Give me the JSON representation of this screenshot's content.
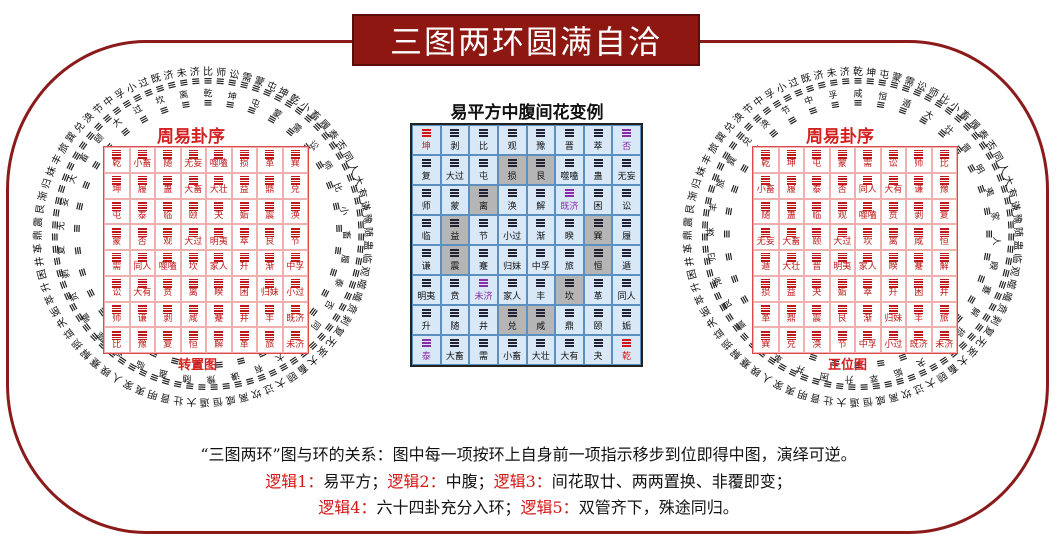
{
  "title": "三图两环圆满自洽",
  "left": {
    "head": "周易卦序",
    "foot": "转置图",
    "grid": [
      [
        "乾",
        "小畜",
        "随",
        "无妄",
        "噬嗑",
        "损",
        "革",
        "巽"
      ],
      [
        "坤",
        "履",
        "蛊",
        "大畜",
        "大壮",
        "益",
        "鼎",
        "兑"
      ],
      [
        "屯",
        "泰",
        "临",
        "颐",
        "夬",
        "姤",
        "震",
        "涣"
      ],
      [
        "蒙",
        "否",
        "观",
        "大过",
        "明夷",
        "萃",
        "艮",
        "节"
      ],
      [
        "需",
        "同人",
        "噬嗑",
        "坎",
        "家人",
        "升",
        "渐",
        "中孚"
      ],
      [
        "讼",
        "大有",
        "贲",
        "离",
        "睽",
        "困",
        "归妹",
        "小过"
      ],
      [
        "师",
        "谦",
        "剥",
        "咸",
        "蹇",
        "井",
        "丰",
        "既济"
      ],
      [
        "比",
        "豫",
        "复",
        "恒",
        "解",
        "革",
        "旅",
        "未济"
      ]
    ],
    "ring_outer": "比师讼需蒙屯坤乾小畜履泰否同人大有谦豫随蛊临观噬嗑贲剥复无妄大畜颐大过坎离咸恒遁大壮晋明夷家人睽蹇解损益夬姤萃升困井革鼎震艮渐归妹丰旅巽兑涣节中孚小过既济未济",
    "ring_inner": "乾坤屯蒙需讼师比小畜履泰否同人大有谦豫随蛊临观噬嗑贲剥复无妄大畜颐大过坎离"
  },
  "right": {
    "head": "周易卦序",
    "foot": "正位图",
    "grid": [
      [
        "乾",
        "坤",
        "屯",
        "蒙",
        "需",
        "讼",
        "师",
        "比"
      ],
      [
        "小畜",
        "履",
        "泰",
        "否",
        "同人",
        "大有",
        "谦",
        "豫"
      ],
      [
        "随",
        "蛊",
        "临",
        "观",
        "噬嗑",
        "贲",
        "剥",
        "复"
      ],
      [
        "无妄",
        "大畜",
        "颐",
        "大过",
        "坎",
        "离",
        "咸",
        "恒"
      ],
      [
        "遁",
        "大壮",
        "晋",
        "明夷",
        "家人",
        "睽",
        "蹇",
        "解"
      ],
      [
        "损",
        "益",
        "夬",
        "姤",
        "萃",
        "升",
        "困",
        "井"
      ],
      [
        "革",
        "鼎",
        "震",
        "艮",
        "渐",
        "归妹",
        "丰",
        "旅"
      ],
      [
        "巽",
        "兑",
        "涣",
        "节",
        "中孚",
        "小过",
        "既济",
        "未济"
      ]
    ],
    "ring_outer": "乾坤屯蒙需讼师比小畜履泰否同人大有谦豫随蛊临观噬嗑贲剥复无妄大畜颐大过坎离咸恒遁大壮晋明夷家人睽蹇解损益夬姤萃升困井革鼎震艮渐归妹丰旅巽兑涣节中孚小过既济未济",
    "ring_inner": "咸恒遁大壮晋明夷家人睽蹇解损益夬姤萃升困井革鼎震艮渐归妹丰旅巽兑涣节中孚"
  },
  "middle": {
    "title": "易平方中腹间花变例",
    "grid": [
      [
        [
          "坤",
          "red"
        ],
        [
          "剥",
          ""
        ],
        [
          "比",
          ""
        ],
        [
          "观",
          ""
        ],
        [
          "豫",
          ""
        ],
        [
          "晋",
          ""
        ],
        [
          "萃",
          ""
        ],
        [
          "否",
          "purple"
        ]
      ],
      [
        [
          "复",
          ""
        ],
        [
          "大过",
          ""
        ],
        [
          "屯",
          ""
        ],
        [
          "损",
          "gray"
        ],
        [
          "艮",
          "gray"
        ],
        [
          "噬嗑",
          ""
        ],
        [
          "蛊",
          ""
        ],
        [
          "无妄",
          ""
        ]
      ],
      [
        [
          "师",
          ""
        ],
        [
          "蒙",
          ""
        ],
        [
          "离",
          "gray"
        ],
        [
          "涣",
          ""
        ],
        [
          "解",
          ""
        ],
        [
          "既济",
          "purple"
        ],
        [
          "困",
          ""
        ],
        [
          "讼",
          ""
        ]
      ],
      [
        [
          "临",
          ""
        ],
        [
          "益",
          "gray"
        ],
        [
          "节",
          ""
        ],
        [
          "小过",
          ""
        ],
        [
          "渐",
          ""
        ],
        [
          "睽",
          ""
        ],
        [
          "巽",
          "gray"
        ],
        [
          "履",
          ""
        ]
      ],
      [
        [
          "谦",
          ""
        ],
        [
          "震",
          "gray"
        ],
        [
          "蹇",
          ""
        ],
        [
          "归妹",
          ""
        ],
        [
          "中孚",
          ""
        ],
        [
          "旅",
          ""
        ],
        [
          "恒",
          "gray"
        ],
        [
          "遁",
          ""
        ]
      ],
      [
        [
          "明夷",
          ""
        ],
        [
          "贲",
          ""
        ],
        [
          "未济",
          "purple"
        ],
        [
          "家人",
          ""
        ],
        [
          "丰",
          ""
        ],
        [
          "坎",
          "gray"
        ],
        [
          "革",
          ""
        ],
        [
          "同人",
          ""
        ]
      ],
      [
        [
          "升",
          ""
        ],
        [
          "随",
          ""
        ],
        [
          "井",
          ""
        ],
        [
          "兑",
          "gray"
        ],
        [
          "咸",
          "gray"
        ],
        [
          "鼎",
          ""
        ],
        [
          "颐",
          ""
        ],
        [
          "姤",
          ""
        ]
      ],
      [
        [
          "泰",
          "purple"
        ],
        [
          "大畜",
          ""
        ],
        [
          "需",
          ""
        ],
        [
          "小畜",
          ""
        ],
        [
          "大壮",
          ""
        ],
        [
          "大有",
          ""
        ],
        [
          "夬",
          ""
        ],
        [
          "乾",
          "red"
        ]
      ]
    ]
  },
  "captions": {
    "line1": "“三图两环”图与环的关系：图中每一项按环上自身前一项指示移步到位即得中图，演绎可逆。",
    "l2a": "逻辑1：",
    "l2b": "易平方；",
    "l2c": "逻辑2：",
    "l2d": "中腹；",
    "l2e": "逻辑3：",
    "l2f": "间花取廿、两两置换、非覆即变；",
    "l3a": "逻辑4：",
    "l3b": "六十四卦充分入环；",
    "l3c": "逻辑5：",
    "l3d": "双管齐下，殊途同归。"
  }
}
